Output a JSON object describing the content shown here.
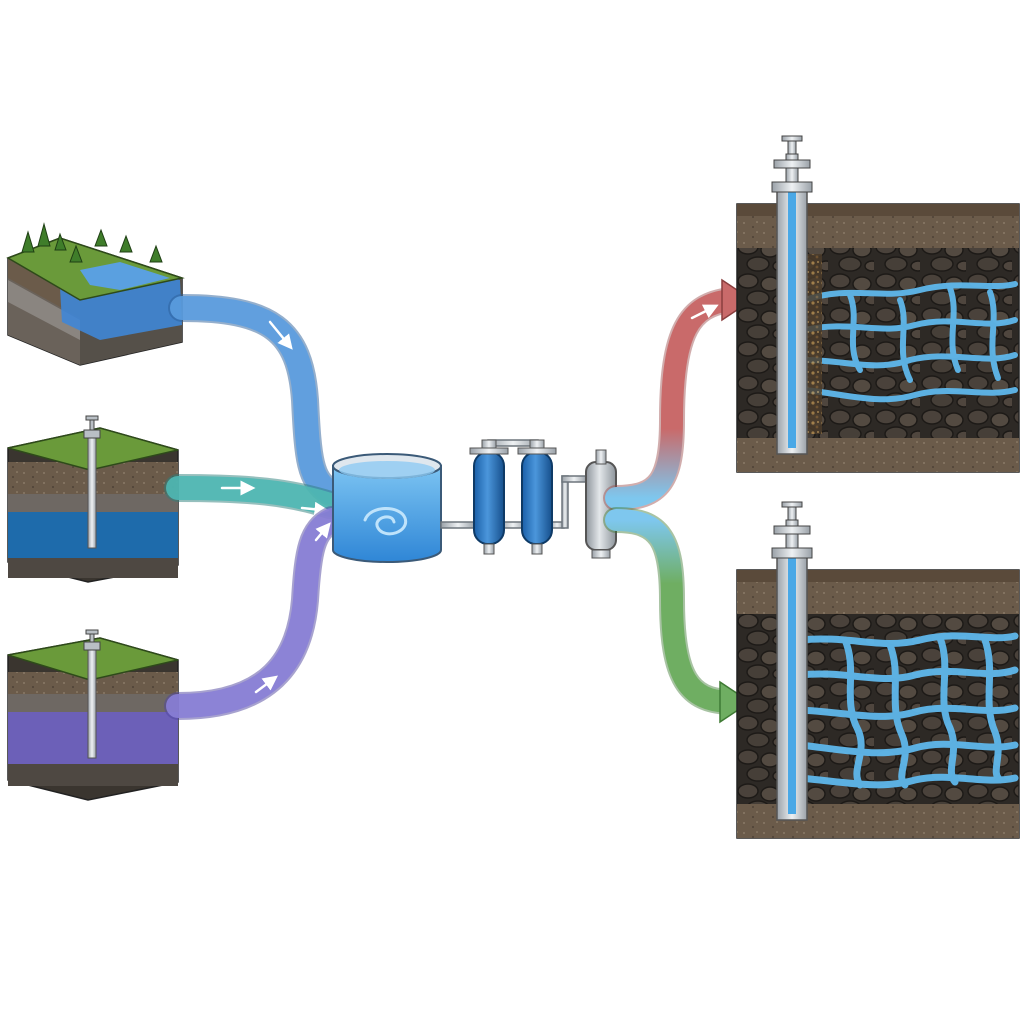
{
  "diagram": {
    "sources": [
      {
        "kind": "surface-water",
        "water_color": "#3f86d6"
      },
      {
        "kind": "groundwater-well",
        "water_color": "#1c6fb2"
      },
      {
        "kind": "deep-aquifer-well",
        "water_color": "#7164c4"
      }
    ],
    "flow_colors": {
      "surface_stream": "#5b9de0",
      "groundwater_stream": "#4fb8b4",
      "aquifer_stream": "#8a80d6",
      "to_upper_reservoir": "#c96a6a",
      "to_lower_reservoir": "#6fae62"
    },
    "process_units": [
      "mixing-tank",
      "filter-vessel",
      "filter-vessel",
      "separator-vessel"
    ],
    "outputs": [
      {
        "kind": "injection-well-plugged-formation"
      },
      {
        "kind": "injection-well-clean-formation"
      }
    ],
    "palette": {
      "soil": "#5a4a3a",
      "rock": "#2d2925",
      "grass": "#6a9a3a",
      "water_network": "#5fb8ec",
      "steel": "#b9bfc5"
    }
  }
}
